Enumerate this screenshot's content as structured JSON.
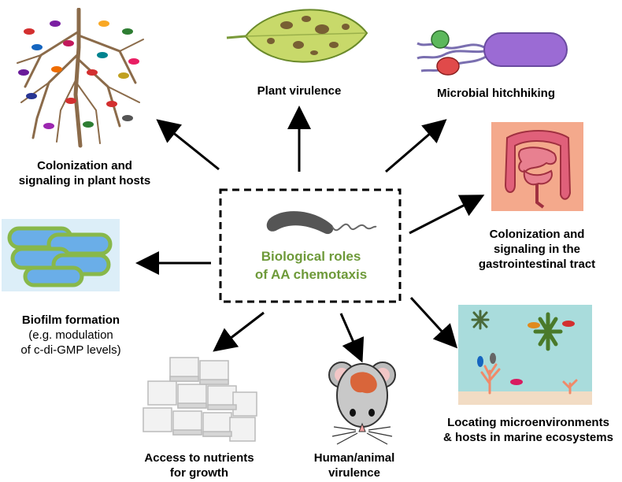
{
  "center": {
    "line1": "Biological roles",
    "line2": "of AA chemotaxis",
    "title_color": "#6e9a3a"
  },
  "roles": {
    "plant_hosts": {
      "line1": "Colonization and",
      "line2": "signaling in plant hosts",
      "icon": "plant-roots-icon"
    },
    "plant_virulence": {
      "line1": "Plant virulence",
      "icon": "diseased-leaf-icon"
    },
    "hitchhiking": {
      "line1": "Microbial hitchhiking",
      "icon": "bacterium-with-partners-icon"
    },
    "gi_tract": {
      "line1": "Colonization and",
      "line2": "signaling in the",
      "line3": "gastrointestinal tract",
      "icon": "intestine-icon"
    },
    "biofilm": {
      "line1": "Biofilm formation",
      "line2": "(e.g. modulation",
      "line3": "of c-di-GMP levels)",
      "icon": "biofilm-cells-icon"
    },
    "nutrients": {
      "line1": "Access to nutrients",
      "line2": "for growth",
      "icon": "sugar-cubes-icon"
    },
    "animal_virulence": {
      "line1": "Human/animal",
      "line2": "virulence",
      "icon": "mouse-icon"
    },
    "marine": {
      "line1": "Locating microenvironments",
      "line2": "& hosts in marine ecosystems",
      "icon": "marine-scene-icon"
    }
  },
  "colors": {
    "arrow": "#000000",
    "green_text": "#6e9a3a",
    "gut_background": "#f4a98c",
    "marine_water": "#a9dcdc"
  }
}
